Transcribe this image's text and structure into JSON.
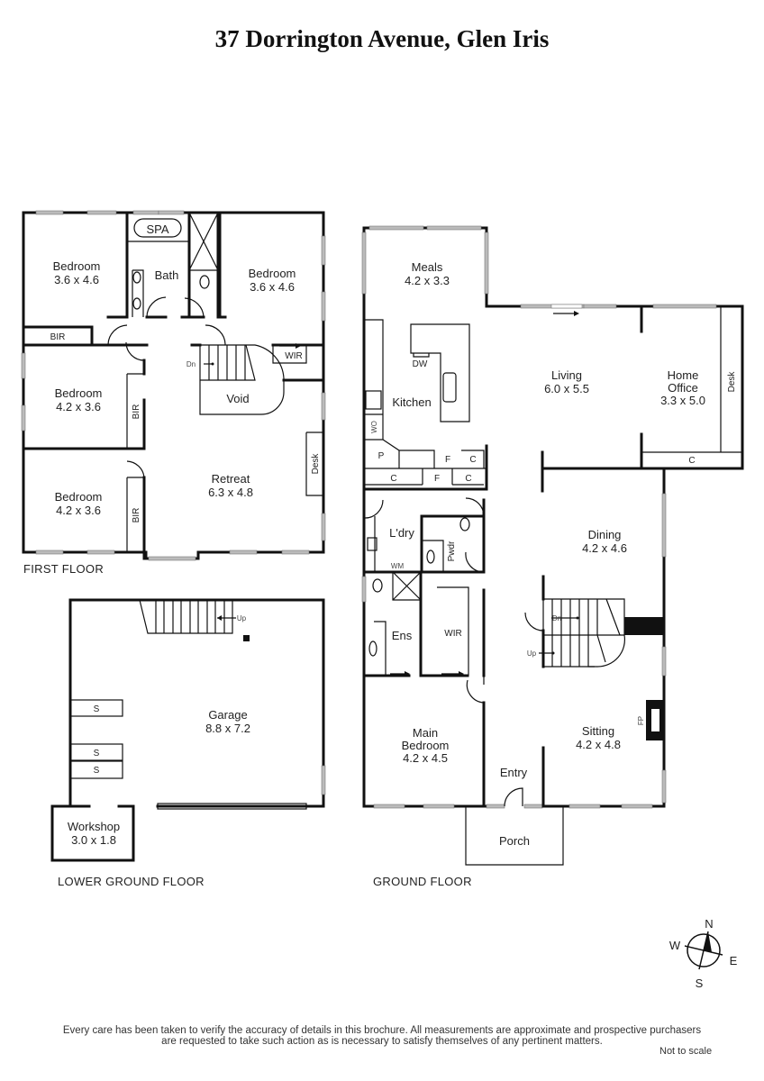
{
  "title": "37 Dorrington Avenue, Glen Iris",
  "first_floor": {
    "label": "FIRST FLOOR",
    "rooms": [
      {
        "name": "Bedroom",
        "size": "3.6 x 4.6"
      },
      {
        "name": "Bedroom",
        "size": "3.6 x 4.6"
      },
      {
        "name": "Bedroom",
        "size": "4.2 x 3.6"
      },
      {
        "name": "Bedroom",
        "size": "4.2 x 3.6"
      },
      {
        "name": "Retreat",
        "size": "6.3 x 4.8"
      }
    ],
    "fixtures": {
      "spa": "SPA",
      "bath": "Bath",
      "bir": "BIR",
      "wir": "WIR",
      "void": "Void",
      "desk": "Desk",
      "dn": "Dn"
    }
  },
  "ground_floor": {
    "label": "GROUND FLOOR",
    "rooms": [
      {
        "name": "Meals",
        "size": "4.2 x 3.3"
      },
      {
        "name": "Living",
        "size": "6.0 x 5.5"
      },
      {
        "name": "Home",
        "name2": "Office",
        "size": "3.3 x 5.0"
      },
      {
        "name": "Dining",
        "size": "4.2 x 4.6"
      },
      {
        "name": "Sitting",
        "size": "4.2 x 4.8"
      },
      {
        "name": "Main",
        "name2": "Bedroom",
        "size": "4.2 x 4.5"
      }
    ],
    "fixtures": {
      "kitchen": "Kitchen",
      "dw": "DW",
      "wo": "WO",
      "p": "P",
      "f": "F",
      "c": "C",
      "ldry": "L'dry",
      "pwdr": "Pwdr",
      "wm": "WM",
      "ens": "Ens",
      "wir": "WIR",
      "entry": "Entry",
      "porch": "Porch",
      "fp": "FP",
      "dn": "Dn",
      "up": "Up",
      "desk": "Desk"
    }
  },
  "lower_ground_floor": {
    "label": "LOWER GROUND FLOOR",
    "rooms": [
      {
        "name": "Garage",
        "size": "8.8 x 7.2"
      },
      {
        "name": "Workshop",
        "size": "3.0 x 1.8"
      }
    ],
    "fixtures": {
      "s": "S",
      "up": "Up"
    }
  },
  "compass": {
    "n": "N",
    "e": "E",
    "s": "S",
    "w": "W"
  },
  "disclaimer": {
    "line1": "Every care has been taken to verify the accuracy of details in this brochure.  All measurements are approximate and prospective purchasers",
    "line2": "are requested to take such action as is necessary to satisfy themselves of any pertinent matters."
  },
  "scale_note": "Not to scale"
}
